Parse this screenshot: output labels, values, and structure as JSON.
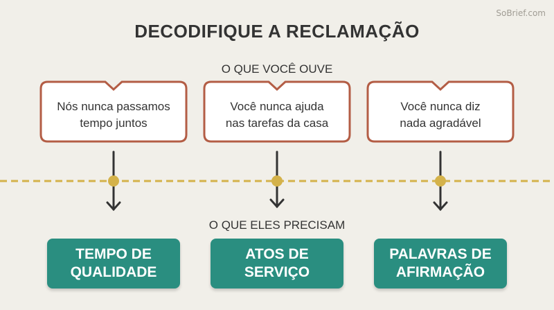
{
  "watermark": "SoBrief.com",
  "title": "DECODIFIQUE A RECLAMAÇÃO",
  "label_hear": "O QUE VOCÊ OUVE",
  "label_need": "O QUE ELES PRECISAM",
  "complaints": [
    {
      "text": "Nós nunca passamos\ntempo juntos"
    },
    {
      "text": "Você nunca ajuda\nnas tarefas da casa"
    },
    {
      "text": "Você nunca diz\nnada agradável"
    }
  ],
  "needs": [
    {
      "text": "TEMPO DE\nQUALIDADE"
    },
    {
      "text": "ATOS DE\nSERVIÇO"
    },
    {
      "text": "PALAVRAS DE\nAFIRMAÇÃO"
    }
  ],
  "colors": {
    "background": "#f1efe9",
    "bubble_border": "#b35d45",
    "need_box": "#2a8e80",
    "divider": "#d4b24a",
    "arrow": "#333333"
  }
}
